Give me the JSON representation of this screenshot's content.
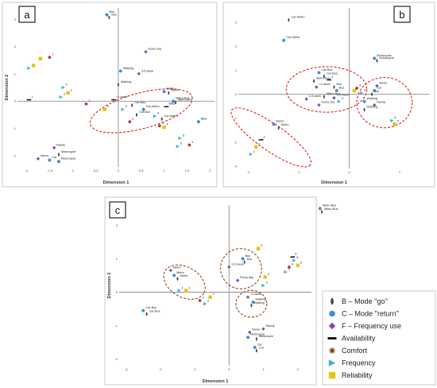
{
  "colors": {
    "B": "#4a4a4a",
    "C": "#3b8fd9",
    "F": "#8e44ad",
    "Availability": "#111111",
    "Comfort": "#8b4513",
    "Frequency": "#3fb1d3",
    "Reliability": "#e0c619",
    "red": "#c0392b",
    "cluster_red": "#e01e1e",
    "cluster_brown": "#8b4513"
  },
  "legend": [
    {
      "key": "B",
      "label": "B – Mode ''go''",
      "shape": "ellipse"
    },
    {
      "key": "C",
      "label": "C – Mode ''return''",
      "shape": "circle"
    },
    {
      "key": "F",
      "label": "F – Frequency use",
      "shape": "diamond"
    },
    {
      "key": "Availability",
      "label": "Availability",
      "shape": "bar"
    },
    {
      "key": "Comfort",
      "label": "Comfort",
      "shape": "star"
    },
    {
      "key": "Frequency",
      "label": "Frequency",
      "shape": "triangle"
    },
    {
      "key": "Reliability",
      "label": "Reliability",
      "shape": "square"
    }
  ],
  "chart_data": [
    {
      "type": "scatter",
      "panel": "a",
      "xlabel": "Dimension 1",
      "ylabel": "Dimension 2",
      "xlim": [
        -2.2,
        2.1
      ],
      "ylim": [
        -2.4,
        3.4
      ],
      "xticks": [
        -2.0,
        -1.5,
        -1.0,
        -0.5,
        0.0,
        0.5,
        1.0,
        1.5,
        2.0
      ],
      "yticks": [
        -2,
        -1,
        0,
        1,
        2,
        3
      ],
      "points": [
        {
          "x": -0.25,
          "y": 3.15,
          "k": "C",
          "label": "Bus"
        },
        {
          "x": -0.2,
          "y": 3.05,
          "k": "B",
          "label": "Bus"
        },
        {
          "x": 0.6,
          "y": 1.8,
          "k": "F",
          "label": "Every day"
        },
        {
          "x": 0.45,
          "y": 1.0,
          "k": "F",
          "label": "3-5 week"
        },
        {
          "x": 0.05,
          "y": 1.1,
          "k": "C",
          "label": "Walking"
        },
        {
          "x": 0.0,
          "y": 0.6,
          "k": "B",
          "label": "Walking"
        },
        {
          "x": -0.1,
          "y": 0.05,
          "k": "Availability",
          "label": "<1 week"
        },
        {
          "x": 1.0,
          "y": 0.35,
          "k": "C",
          "label": "Metro"
        },
        {
          "x": 1.1,
          "y": 0.3,
          "k": "B",
          "label": "Metro"
        },
        {
          "x": 1.2,
          "y": 0.0,
          "k": "C",
          "label": "Metro-Bus"
        },
        {
          "x": 1.25,
          "y": -0.05,
          "k": "B",
          "label": "Metro-Bus"
        },
        {
          "x": 1.05,
          "y": -0.2,
          "k": "Availability",
          "label": "Bike"
        },
        {
          "x": 0.3,
          "y": -0.15,
          "k": "B",
          "label": "Car-Bus"
        },
        {
          "x": 0.55,
          "y": -0.3,
          "k": "C",
          "label": "Car-Metro"
        },
        {
          "x": 0.4,
          "y": -0.5,
          "k": "B",
          "label": "Car-Bus"
        },
        {
          "x": 0.95,
          "y": -0.65,
          "k": "B",
          "label": "Car-Metro"
        },
        {
          "x": 1.75,
          "y": -0.75,
          "k": "C",
          "label": "Bike"
        },
        {
          "x": -1.4,
          "y": -1.7,
          "k": "F",
          "label": "Rarely"
        },
        {
          "x": -1.3,
          "y": -1.95,
          "k": "B",
          "label": "Motorcycle"
        },
        {
          "x": -1.75,
          "y": -2.1,
          "k": "F",
          "label": "Never"
        },
        {
          "x": -1.5,
          "y": -2.15,
          "k": "C",
          "label": "Car"
        },
        {
          "x": -1.3,
          "y": -2.2,
          "k": "C",
          "label": "Motorcycle"
        },
        {
          "x": -1.95,
          "y": 1.2,
          "k": "Frequency",
          "label": ""
        },
        {
          "x": -1.85,
          "y": 1.3,
          "k": "Reliability",
          "label": ""
        },
        {
          "x": -1.7,
          "y": 1.55,
          "k": "Reliability",
          "label": ""
        },
        {
          "x": -1.5,
          "y": 1.6,
          "k": "red",
          "label": "1"
        },
        {
          "x": -1.95,
          "y": 0.05,
          "k": "Availability",
          "label": "1"
        },
        {
          "x": -1.2,
          "y": 0.5,
          "k": "Frequency",
          "label": "2"
        },
        {
          "x": -1.1,
          "y": 0.3,
          "k": "Reliability",
          "label": "2"
        },
        {
          "x": -1.25,
          "y": 0.15,
          "k": "Frequency",
          "label": "2"
        },
        {
          "x": -0.7,
          "y": -0.1,
          "k": "red",
          "label": "2"
        },
        {
          "x": -0.3,
          "y": -0.3,
          "k": "Reliability",
          "label": "3"
        },
        {
          "x": 0.1,
          "y": -0.3,
          "k": "Frequency",
          "label": "3"
        },
        {
          "x": 0.25,
          "y": -0.75,
          "k": "red",
          "label": "3"
        },
        {
          "x": 0.8,
          "y": -0.55,
          "k": "Frequency",
          "label": "4"
        },
        {
          "x": 0.9,
          "y": -0.9,
          "k": "red",
          "label": "4"
        },
        {
          "x": 1.0,
          "y": -0.95,
          "k": "Reliability",
          "label": "4"
        },
        {
          "x": 1.3,
          "y": -1.65,
          "k": "Frequency",
          "label": "5"
        },
        {
          "x": 1.55,
          "y": -1.6,
          "k": "red",
          "label": "5"
        },
        {
          "x": 1.35,
          "y": -1.35,
          "k": "Frequency",
          "label": "5"
        }
      ],
      "clusters": [
        {
          "cx": 0.5,
          "cy": -0.35,
          "rx": 1.15,
          "ry": 0.65,
          "rot": 15,
          "color": "red"
        }
      ]
    },
    {
      "type": "scatter",
      "panel": "b",
      "xlabel": "Dimension 1",
      "ylabel": "",
      "xlim": [
        -2.2,
        1.6
      ],
      "ylim": [
        -3.1,
        3.6
      ],
      "xticks": [
        -2,
        -1,
        0,
        1
      ],
      "yticks": [
        -3,
        -2,
        -1,
        0,
        1,
        2,
        3
      ],
      "points": [
        {
          "x": -1.2,
          "y": 3.1,
          "k": "B",
          "label": "Car-Metro"
        },
        {
          "x": -1.3,
          "y": 2.25,
          "k": "C",
          "label": "Car-Metro"
        },
        {
          "x": 0.5,
          "y": 1.5,
          "k": "C",
          "label": "Motorcycle"
        },
        {
          "x": 0.55,
          "y": 1.4,
          "k": "B",
          "label": "Motorcycle"
        },
        {
          "x": -0.6,
          "y": 0.9,
          "k": "C",
          "label": "Car-Bus"
        },
        {
          "x": -0.5,
          "y": 0.75,
          "k": "B",
          "label": "Car-Bus"
        },
        {
          "x": -0.7,
          "y": 0.55,
          "k": "B",
          "label": "Metro-Bus"
        },
        {
          "x": -0.65,
          "y": 0.3,
          "k": "F",
          "label": "<1 week"
        },
        {
          "x": -0.3,
          "y": 0.3,
          "k": "B",
          "label": "Bus"
        },
        {
          "x": -0.25,
          "y": 0.15,
          "k": "C",
          "label": "Bus"
        },
        {
          "x": -0.5,
          "y": -0.1,
          "k": "B",
          "label": "Metro-Bus"
        },
        {
          "x": -0.3,
          "y": -0.15,
          "k": "F",
          "label": "3-5 week"
        },
        {
          "x": -0.85,
          "y": -0.2,
          "k": "F",
          "label": "1-5 week"
        },
        {
          "x": -0.6,
          "y": -0.45,
          "k": "F",
          "label": "Every day"
        },
        {
          "x": 0.55,
          "y": 0.35,
          "k": "F",
          "label": "Never"
        },
        {
          "x": 0.5,
          "y": 0.15,
          "k": "C",
          "label": "Car"
        },
        {
          "x": 0.45,
          "y": 0.0,
          "k": "B",
          "label": "Car"
        },
        {
          "x": 0.3,
          "y": -0.3,
          "k": "C",
          "label": "Walking"
        },
        {
          "x": 0.5,
          "y": -0.45,
          "k": "F",
          "label": "Rarely"
        },
        {
          "x": 0.3,
          "y": -0.65,
          "k": "B",
          "label": "Walking"
        },
        {
          "x": -1.5,
          "y": -1.25,
          "k": "C",
          "label": "Metro"
        },
        {
          "x": -1.4,
          "y": -1.4,
          "k": "B",
          "label": "Metro"
        },
        {
          "x": -0.4,
          "y": 0.6,
          "k": "Availability",
          "label": "3"
        },
        {
          "x": -0.2,
          "y": -0.3,
          "k": "Frequency",
          "label": "3"
        },
        {
          "x": 0.1,
          "y": 0.15,
          "k": "Reliability",
          "label": "4"
        },
        {
          "x": 0.15,
          "y": 0.25,
          "k": "red",
          "label": "4"
        },
        {
          "x": 0.25,
          "y": 0.05,
          "k": "Frequency",
          "label": "4"
        },
        {
          "x": 0.85,
          "y": -1.1,
          "k": "Frequency",
          "label": "5"
        },
        {
          "x": 0.9,
          "y": -1.25,
          "k": "Reliability",
          "label": "5"
        },
        {
          "x": -1.75,
          "y": -1.9,
          "k": "Availability",
          "label": "2"
        },
        {
          "x": -1.85,
          "y": -2.2,
          "k": "Reliability",
          "label": "2"
        },
        {
          "x": -1.95,
          "y": -2.5,
          "k": "Frequency",
          "label": "1"
        }
      ],
      "clusters": [
        {
          "cx": -0.45,
          "cy": 0.2,
          "rx": 0.8,
          "ry": 0.95,
          "rot": 0,
          "color": "red"
        },
        {
          "cx": 0.7,
          "cy": -0.35,
          "rx": 0.55,
          "ry": 1.05,
          "rot": 0,
          "color": "red"
        },
        {
          "cx": -1.55,
          "cy": -1.8,
          "rx": 0.95,
          "ry": 0.55,
          "rot": -35,
          "color": "red"
        }
      ]
    },
    {
      "type": "scatter",
      "panel": "c",
      "xlabel": "Dimension 1",
      "ylabel": "Dimension 2",
      "xlim": [
        -3.2,
        2.4
      ],
      "ylim": [
        -2.2,
        2.6
      ],
      "xticks": [
        -3,
        -2,
        -1,
        0,
        1,
        2
      ],
      "yticks": [
        -2,
        -1,
        0,
        1,
        2
      ],
      "points": [
        {
          "x": 2.65,
          "y": 2.5,
          "k": "C",
          "label": "Metro-Bus"
        },
        {
          "x": 2.7,
          "y": 2.4,
          "k": "B",
          "label": "Metro-Bus"
        },
        {
          "x": 0.4,
          "y": 1.0,
          "k": "C",
          "label": "Bus"
        },
        {
          "x": 0.45,
          "y": 0.9,
          "k": "B",
          "label": "Bus"
        },
        {
          "x": 0.0,
          "y": 0.75,
          "k": "F",
          "label": "3-5 week"
        },
        {
          "x": 0.25,
          "y": 0.35,
          "k": "F",
          "label": "Every day"
        },
        {
          "x": -1.7,
          "y": 0.65,
          "k": "F",
          "label": "Metro"
        },
        {
          "x": -1.6,
          "y": 0.5,
          "k": "C",
          "label": "Metro"
        },
        {
          "x": -1.5,
          "y": 0.4,
          "k": "B",
          "label": "Metro"
        },
        {
          "x": 0.55,
          "y": -0.15,
          "k": "F",
          "label": "<1 week"
        },
        {
          "x": 0.7,
          "y": -0.3,
          "k": "C",
          "label": "Walking"
        },
        {
          "x": 0.65,
          "y": -0.4,
          "k": "B",
          "label": "Walking"
        },
        {
          "x": -2.5,
          "y": -0.55,
          "k": "C",
          "label": "Car-Bus"
        },
        {
          "x": -2.4,
          "y": -0.65,
          "k": "B",
          "label": "Car-Bus"
        },
        {
          "x": 1.0,
          "y": -1.1,
          "k": "F",
          "label": "Rarely"
        },
        {
          "x": 0.6,
          "y": -1.2,
          "k": "F",
          "label": "Never"
        },
        {
          "x": 0.55,
          "y": -1.35,
          "k": "C",
          "label": "Motorcycle"
        },
        {
          "x": 0.8,
          "y": -1.4,
          "k": "B",
          "label": "Motorcycle"
        },
        {
          "x": 0.75,
          "y": -1.65,
          "k": "C",
          "label": "Car"
        },
        {
          "x": 0.8,
          "y": -1.75,
          "k": "B",
          "label": "Car"
        },
        {
          "x": -1.45,
          "y": 0.05,
          "k": "Frequency",
          "label": "1"
        },
        {
          "x": -1.25,
          "y": 0.05,
          "k": "Reliability",
          "label": "1"
        },
        {
          "x": -0.85,
          "y": -0.25,
          "k": "red",
          "label": "2"
        },
        {
          "x": -0.7,
          "y": -0.35,
          "k": "Frequency",
          "label": "2"
        },
        {
          "x": -0.55,
          "y": -0.15,
          "k": "Reliability",
          "label": "2"
        },
        {
          "x": 1.0,
          "y": 0.2,
          "k": "Frequency",
          "label": "3"
        },
        {
          "x": 1.05,
          "y": 0.45,
          "k": "Reliability",
          "label": "3"
        },
        {
          "x": 1.85,
          "y": 1.05,
          "k": "Availability",
          "label": "5"
        },
        {
          "x": 1.9,
          "y": 0.95,
          "k": "Frequency",
          "label": "5"
        },
        {
          "x": 2.0,
          "y": 0.8,
          "k": "Reliability",
          "label": "5"
        },
        {
          "x": 1.75,
          "y": 0.75,
          "k": "red",
          "label": "4"
        },
        {
          "x": 1.65,
          "y": 0.6,
          "k": "Frequency",
          "label": "4"
        },
        {
          "x": 0.85,
          "y": 1.3,
          "k": "Reliability",
          "label": "3"
        }
      ],
      "clusters": [
        {
          "cx": 0.35,
          "cy": 0.7,
          "rx": 0.6,
          "ry": 0.6,
          "rot": -20,
          "color": "brown"
        },
        {
          "cx": -1.3,
          "cy": 0.3,
          "rx": 0.65,
          "ry": 0.45,
          "rot": -30,
          "color": "brown"
        },
        {
          "cx": 0.65,
          "cy": -0.35,
          "rx": 0.45,
          "ry": 0.4,
          "rot": 0,
          "color": "brown"
        }
      ]
    }
  ],
  "panels": {
    "a": {
      "letter": "a"
    },
    "b": {
      "letter": "b"
    },
    "c": {
      "letter": "c"
    }
  }
}
